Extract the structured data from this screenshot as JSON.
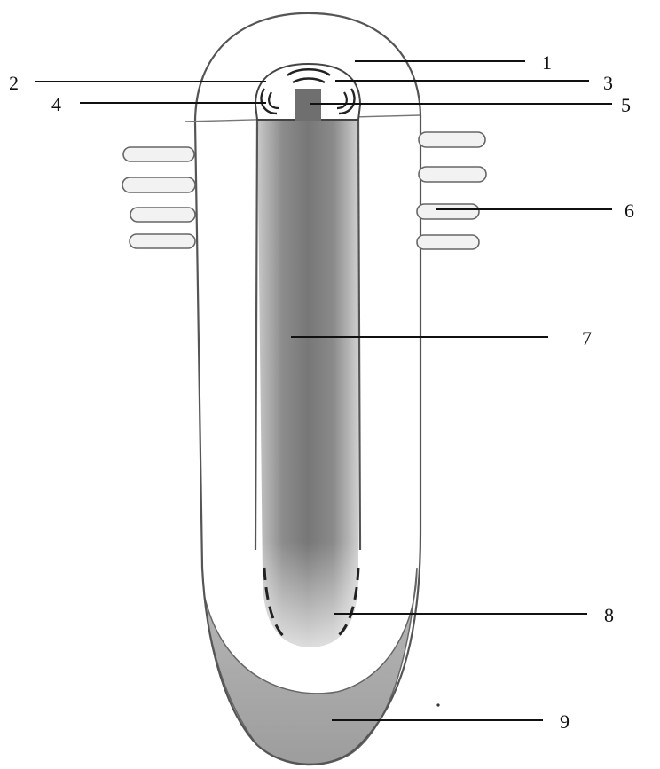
{
  "diagram": {
    "labels": [
      {
        "id": "1",
        "text": "1"
      },
      {
        "id": "2",
        "text": "2"
      },
      {
        "id": "3",
        "text": "3"
      },
      {
        "id": "4",
        "text": "4"
      },
      {
        "id": "5",
        "text": "5"
      },
      {
        "id": "6",
        "text": "6"
      },
      {
        "id": "7",
        "text": "7"
      },
      {
        "id": "8",
        "text": "8"
      },
      {
        "id": "9",
        "text": "9"
      }
    ],
    "colors": {
      "ink": "#111111",
      "outline": "#555555",
      "core_shading": "#7a7a7a",
      "bottom_band": "#a8a8a8",
      "background": "#ffffff"
    }
  }
}
